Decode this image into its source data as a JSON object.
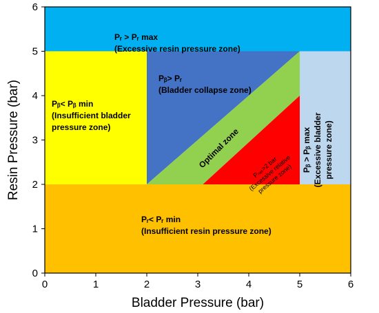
{
  "chart_data": {
    "type": "area",
    "xlabel": "Bladder Pressure (bar)",
    "ylabel": "Resin Pressure (bar)",
    "xlim": [
      0,
      6
    ],
    "ylim": [
      0,
      6
    ],
    "xticks": [
      "0",
      "1",
      "2",
      "3",
      "4",
      "5",
      "6"
    ],
    "yticks": [
      "0",
      "1",
      "2",
      "3",
      "4",
      "5",
      "6"
    ],
    "zones": [
      {
        "id": "insufficient-resin",
        "color": "#FFC000",
        "polygon": [
          [
            0,
            0
          ],
          [
            6,
            0
          ],
          [
            6,
            2
          ],
          [
            0,
            2
          ]
        ],
        "lines": [
          "Pᵣ< Pᵣ min",
          "(Insufficient resin pressure zone)"
        ]
      },
      {
        "id": "excessive-resin",
        "color": "#00B0F0",
        "polygon": [
          [
            0,
            5
          ],
          [
            6,
            5
          ],
          [
            6,
            6
          ],
          [
            0,
            6
          ]
        ],
        "lines": [
          "Pᵣ > Pᵣ max",
          "(Excessive resin pressure zone)"
        ]
      },
      {
        "id": "insufficient-bladder",
        "color": "#FFFF00",
        "polygon": [
          [
            0,
            2
          ],
          [
            2,
            2
          ],
          [
            2,
            5
          ],
          [
            0,
            5
          ]
        ],
        "lines": [
          "Pᵦ< Pᵦ min",
          "(Insufficient bladder",
          "pressure zone)"
        ]
      },
      {
        "id": "bladder-collapse",
        "color": "#4472C4",
        "polygon": [
          [
            2,
            2
          ],
          [
            2,
            5
          ],
          [
            5,
            5
          ]
        ],
        "lines": [
          "Pᵦ> Pᵣ",
          "(Bladder collapse zone)"
        ]
      },
      {
        "id": "optimal",
        "color": "#92D050",
        "polygon": [
          [
            2,
            2
          ],
          [
            5,
            5
          ],
          [
            5,
            4
          ],
          [
            3.1,
            2
          ]
        ],
        "lines": [
          "Optimal zone"
        ]
      },
      {
        "id": "excessive-relative",
        "color": "#FF0000",
        "polygon": [
          [
            3.1,
            2
          ],
          [
            5,
            4
          ],
          [
            5,
            2
          ]
        ],
        "lines": [
          "Pₙₑₜ>2 bar",
          "(Excessive relative",
          "pressure zone)"
        ]
      },
      {
        "id": "excessive-bladder",
        "color": "#BDD7EE",
        "polygon": [
          [
            5,
            2
          ],
          [
            6,
            2
          ],
          [
            6,
            5
          ],
          [
            5,
            5
          ]
        ],
        "lines": [
          "Pᵦ > Pᵦ max",
          "(Excessive bladder",
          "pressure zone)"
        ]
      }
    ]
  }
}
